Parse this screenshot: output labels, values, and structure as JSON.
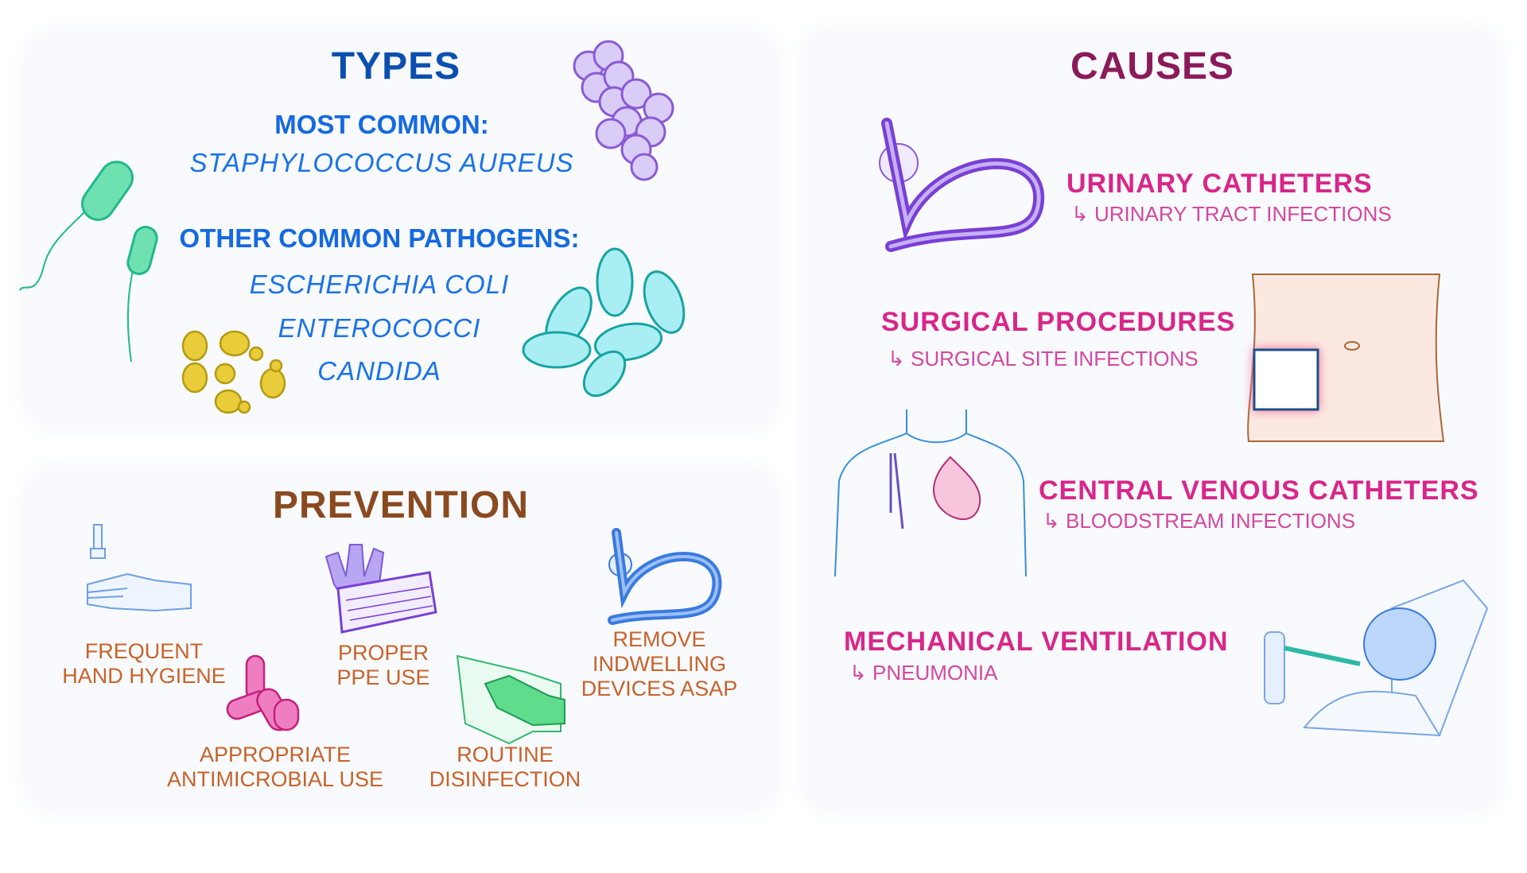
{
  "types": {
    "title": "TYPES",
    "most_common_label": "MOST COMMON:",
    "most_common": "STAPHYLOCOCCUS AUREUS",
    "other_label": "OTHER COMMON PATHOGENS:",
    "others": [
      "ESCHERICHIA COLI",
      "ENTEROCOCCI",
      "CANDIDA"
    ]
  },
  "prevention": {
    "title": "PREVENTION",
    "items": [
      {
        "line1": "FREQUENT",
        "line2": "HAND HYGIENE"
      },
      {
        "line1": "PROPER",
        "line2": "PPE USE"
      },
      {
        "line1": "REMOVE",
        "line2": "INDWELLING",
        "line3": "DEVICES ASAP"
      },
      {
        "line1": "APPROPRIATE",
        "line2": "ANTIMICROBIAL USE"
      },
      {
        "line1": "ROUTINE",
        "line2": "DISINFECTION"
      }
    ]
  },
  "causes": {
    "title": "CAUSES",
    "items": [
      {
        "cause": "URINARY CATHETERS",
        "result": "↳ URINARY TRACT INFECTIONS"
      },
      {
        "cause": "SURGICAL PROCEDURES",
        "result": "↳ SURGICAL SITE INFECTIONS"
      },
      {
        "cause": "CENTRAL VENOUS CATHETERS",
        "result": "↳ BLOODSTREAM INFECTIONS"
      },
      {
        "cause": "MECHANICAL VENTILATION",
        "result": "↳ PNEUMONIA"
      }
    ]
  },
  "colors": {
    "types_title": "#0b4fb0",
    "types_text": "#1a72e8",
    "prevention_title": "#8a4a1f",
    "prevention_text": "#c8622a",
    "causes_title": "#8b1a5a",
    "causes_text": "#d8268a"
  }
}
